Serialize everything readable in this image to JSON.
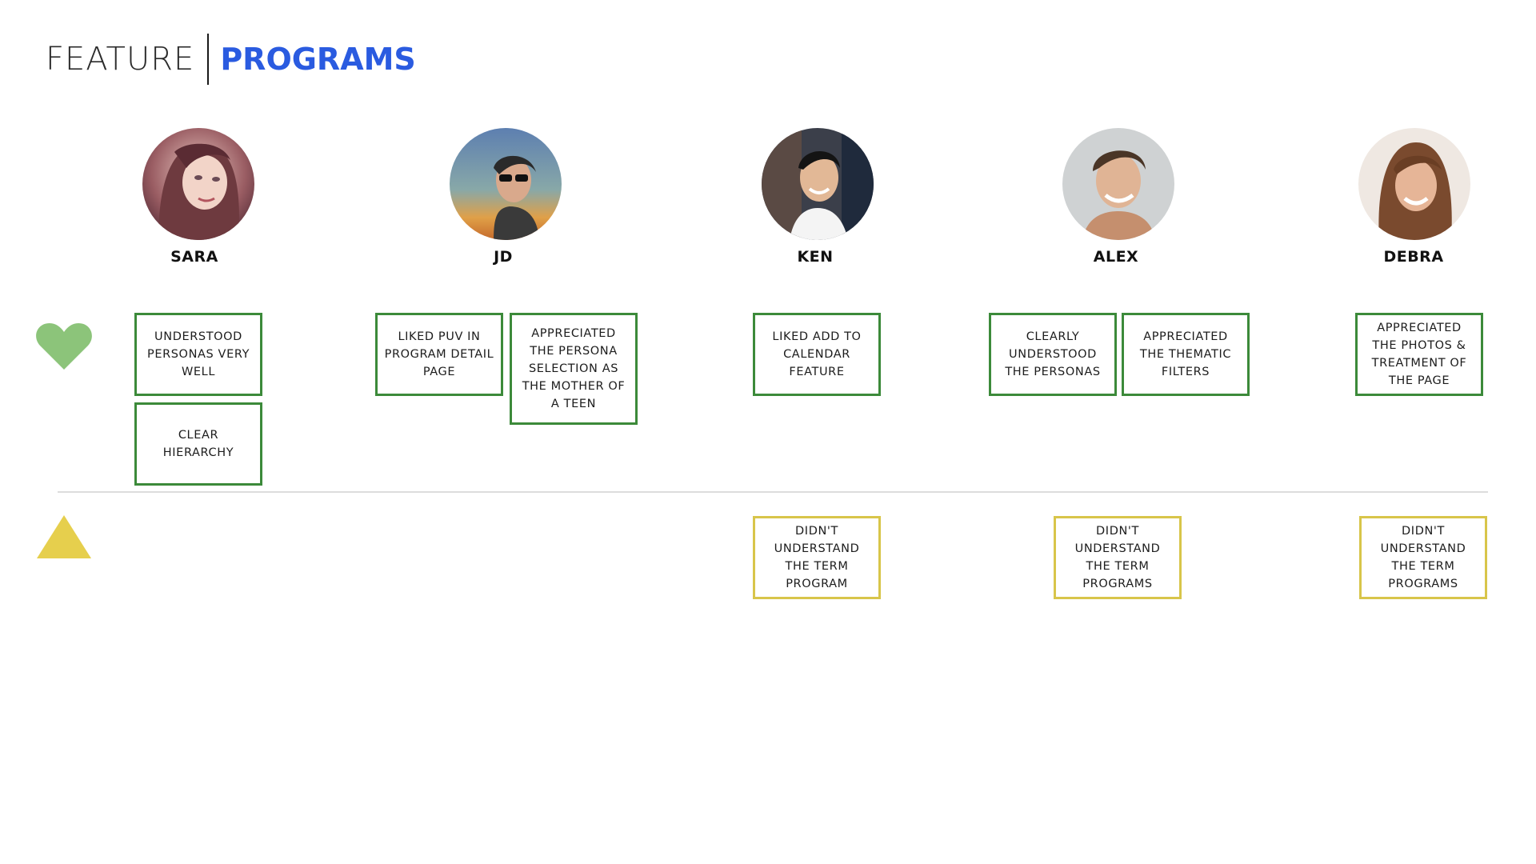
{
  "title": {
    "light": "FEATURE",
    "bold": "PROGRAMS"
  },
  "colors": {
    "positive_border": "#3c8a3a",
    "negative_border": "#d8c54a",
    "heart": "#8cc47a",
    "triangle": "#e6cf4d",
    "title_accent": "#2a5be0"
  },
  "legend": {
    "positive_icon": "heart-icon",
    "negative_icon": "triangle-warning-icon"
  },
  "people": [
    {
      "name": "SARA"
    },
    {
      "name": "JD"
    },
    {
      "name": "KEN"
    },
    {
      "name": "ALEX"
    },
    {
      "name": "DEBRA"
    }
  ],
  "positive_notes": [
    "UNDERSTOOD PERSONAS VERY WELL",
    "CLEAR HIERARCHY",
    "LIKED PUV IN PROGRAM DETAIL PAGE",
    "APPRECIATED THE PERSONA SELECTION AS THE MOTHER OF A TEEN",
    "LIKED ADD TO CALENDAR FEATURE",
    "CLEARLY UNDERSTOOD THE PERSONAS",
    "APPRECIATED THE THEMATIC FILTERS",
    "APPRECIATED THE PHOTOS & TREATMENT OF THE PAGE"
  ],
  "negative_notes": [
    "DIDN'T UNDERSTAND THE TERM PROGRAM",
    "DIDN'T UNDERSTAND THE TERM PROGRAMS",
    "DIDN'T UNDERSTAND THE TERM PROGRAMS"
  ]
}
